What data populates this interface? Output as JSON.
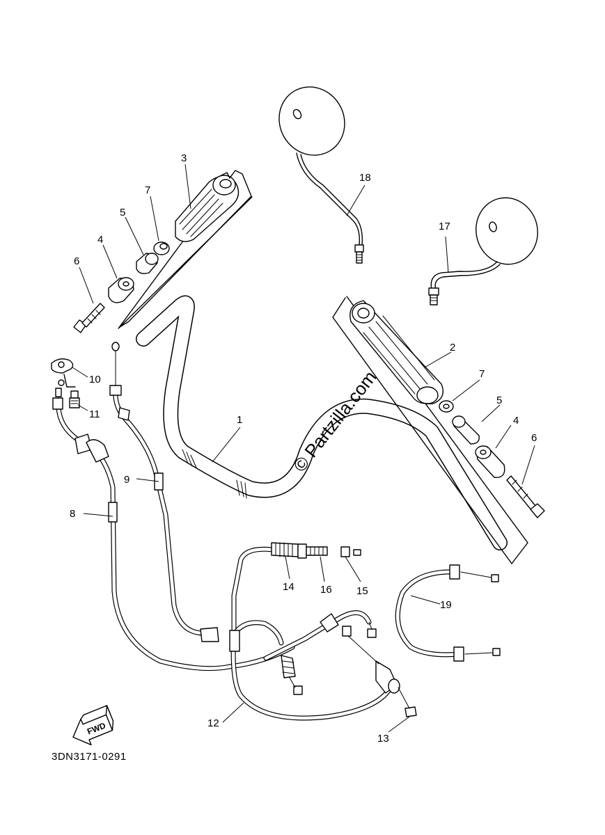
{
  "diagram": {
    "callouts": [
      {
        "id": "c1",
        "label": "1"
      },
      {
        "id": "c2",
        "label": "2"
      },
      {
        "id": "c3",
        "label": "3"
      },
      {
        "id": "c4a",
        "label": "4"
      },
      {
        "id": "c4b",
        "label": "4"
      },
      {
        "id": "c5a",
        "label": "5"
      },
      {
        "id": "c5b",
        "label": "5"
      },
      {
        "id": "c6a",
        "label": "6"
      },
      {
        "id": "c6b",
        "label": "6"
      },
      {
        "id": "c7a",
        "label": "7"
      },
      {
        "id": "c7b",
        "label": "7"
      },
      {
        "id": "c8",
        "label": "8"
      },
      {
        "id": "c9",
        "label": "9"
      },
      {
        "id": "c10",
        "label": "10"
      },
      {
        "id": "c11",
        "label": "11"
      },
      {
        "id": "c12",
        "label": "12"
      },
      {
        "id": "c13",
        "label": "13"
      },
      {
        "id": "c14",
        "label": "14"
      },
      {
        "id": "c15",
        "label": "15"
      },
      {
        "id": "c16",
        "label": "16"
      },
      {
        "id": "c17",
        "label": "17"
      },
      {
        "id": "c18",
        "label": "18"
      },
      {
        "id": "c19",
        "label": "19"
      }
    ],
    "watermark": "© Partzilla.com",
    "fwd_label": "FWD",
    "drawing_code": "3DN3171-0291"
  }
}
